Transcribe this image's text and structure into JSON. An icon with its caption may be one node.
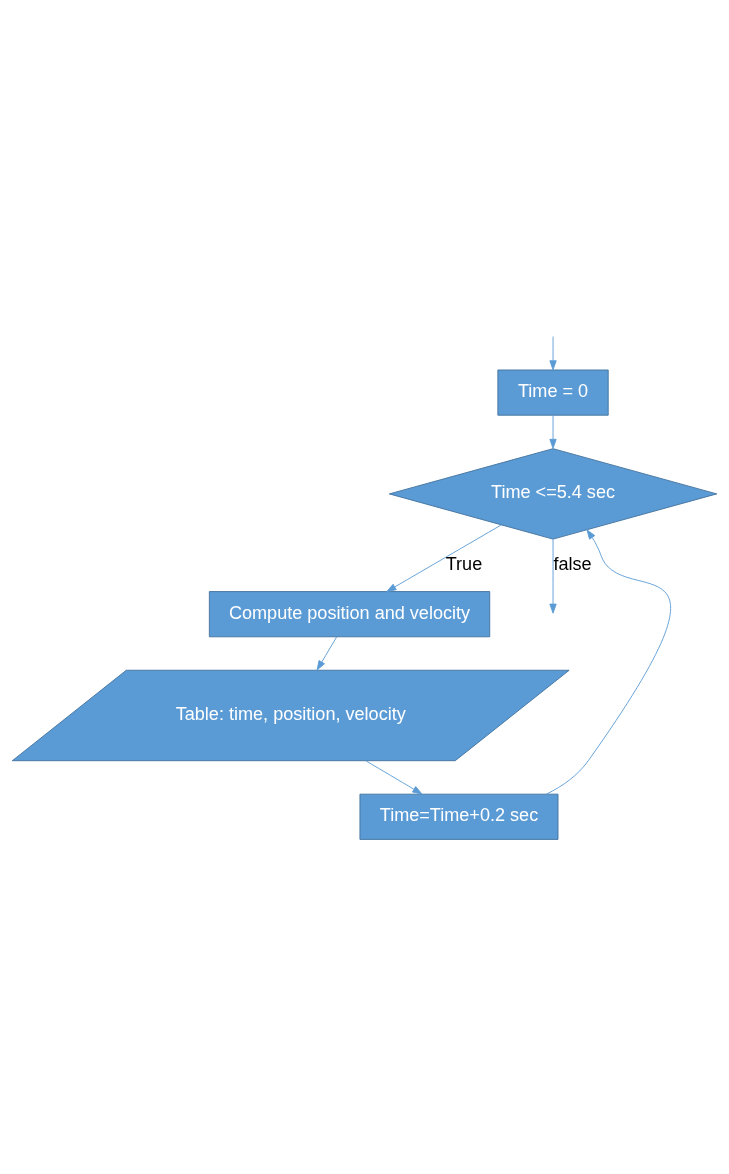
{
  "diagram": {
    "nodes": [
      {
        "text": [
          "Time = 0"
        ]
      },
      {
        "text": [
          "Time <=5.4 sec"
        ]
      },
      {
        "text": [
          "Compute position and velocity"
        ]
      },
      {
        "text": [
          "Table: time, position, velocity"
        ]
      },
      {
        "text": [
          "Time=Time+0.2 sec"
        ]
      }
    ],
    "edges": [
      {
        "from": null,
        "to": 0,
        "arrow": "to"
      },
      {
        "from": 0,
        "to": 1,
        "arrow": "to"
      },
      {
        "from": 1,
        "to": 2,
        "arrow": "to",
        "label": "True"
      },
      {
        "from": 2,
        "to": 3,
        "arrow": "to"
      },
      {
        "from": 3,
        "to": 4,
        "arrow": "to"
      },
      {
        "from": 4,
        "to": 1,
        "arrow": "to"
      },
      {
        "from": 1,
        "to": null,
        "arrow": "to",
        "label": "false"
      }
    ]
  }
}
